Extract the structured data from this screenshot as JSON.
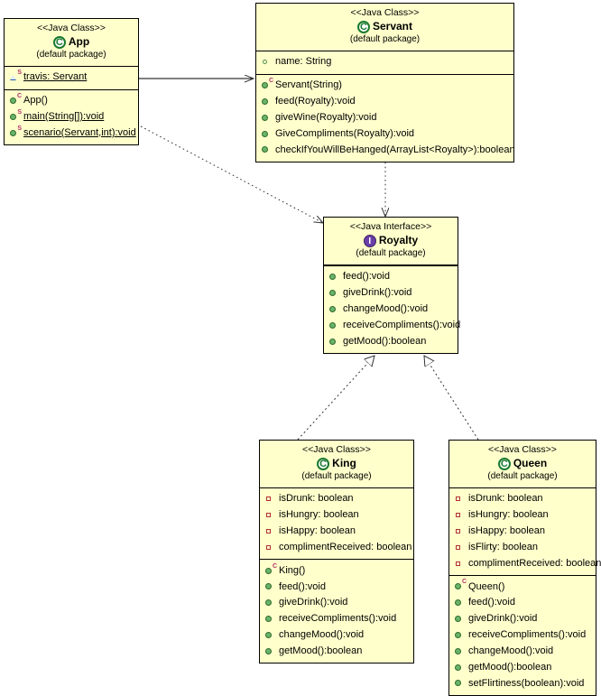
{
  "diagram": {
    "title": "Java Class Diagram",
    "background": "#ffffff",
    "box_fill": "#ffffcc",
    "box_border": "#000000",
    "stereotype_class": "<<Java Class>>",
    "stereotype_interface": "<<Java Interface>>",
    "package_label": "(default package)"
  },
  "classes": {
    "app": {
      "stereotype": "<<Java Class>>",
      "name": "App",
      "package": "(default package)",
      "icon": "java-class-icon",
      "icon_glyph": "C",
      "attributes": [
        {
          "icon": "package-field-icon",
          "sup": "S",
          "text": "travis: Servant",
          "static": true
        }
      ],
      "methods": [
        {
          "icon": "public-method-icon",
          "sup": "C",
          "text": "App()",
          "static": false
        },
        {
          "icon": "public-method-icon",
          "sup": "S",
          "text": "main(String[]):void",
          "static": true
        },
        {
          "icon": "public-method-icon",
          "sup": "S",
          "text": "scenario(Servant,int):void",
          "static": true
        }
      ]
    },
    "servant": {
      "stereotype": "<<Java Class>>",
      "name": "Servant",
      "package": "(default package)",
      "icon": "java-class-icon",
      "icon_glyph": "C",
      "attributes": [
        {
          "icon": "package-field-icon",
          "sup": "",
          "text": "name: String",
          "static": false
        }
      ],
      "methods": [
        {
          "icon": "public-method-icon",
          "sup": "C",
          "text": "Servant(String)",
          "static": false
        },
        {
          "icon": "public-method-icon",
          "sup": "",
          "text": "feed(Royalty):void",
          "static": false
        },
        {
          "icon": "public-method-icon",
          "sup": "",
          "text": "giveWine(Royalty):void",
          "static": false
        },
        {
          "icon": "public-method-icon",
          "sup": "",
          "text": "GiveCompliments(Royalty):void",
          "static": false
        },
        {
          "icon": "public-method-icon",
          "sup": "",
          "text": "checkIfYouWillBeHanged(ArrayList<Royalty>):boolean",
          "static": false
        }
      ]
    },
    "royalty": {
      "stereotype": "<<Java Interface>>",
      "name": "Royalty",
      "package": "(default package)",
      "icon": "java-interface-icon",
      "icon_glyph": "I",
      "attributes": [],
      "methods": [
        {
          "icon": "public-method-icon",
          "sup": "",
          "text": "feed():void",
          "static": false
        },
        {
          "icon": "public-method-icon",
          "sup": "",
          "text": "giveDrink():void",
          "static": false
        },
        {
          "icon": "public-method-icon",
          "sup": "",
          "text": "changeMood():void",
          "static": false
        },
        {
          "icon": "public-method-icon",
          "sup": "",
          "text": "receiveCompliments():void",
          "static": false
        },
        {
          "icon": "public-method-icon",
          "sup": "",
          "text": "getMood():boolean",
          "static": false
        }
      ]
    },
    "king": {
      "stereotype": "<<Java Class>>",
      "name": "King",
      "package": "(default package)",
      "icon": "java-class-icon",
      "icon_glyph": "C",
      "attributes": [
        {
          "icon": "private-field-icon",
          "sup": "",
          "text": "isDrunk: boolean",
          "static": false
        },
        {
          "icon": "private-field-icon",
          "sup": "",
          "text": "isHungry: boolean",
          "static": false
        },
        {
          "icon": "private-field-icon",
          "sup": "",
          "text": "isHappy: boolean",
          "static": false
        },
        {
          "icon": "private-field-icon",
          "sup": "",
          "text": "complimentReceived: boolean",
          "static": false
        }
      ],
      "methods": [
        {
          "icon": "public-method-icon",
          "sup": "C",
          "text": "King()",
          "static": false
        },
        {
          "icon": "public-method-icon",
          "sup": "",
          "text": "feed():void",
          "static": false
        },
        {
          "icon": "public-method-icon",
          "sup": "",
          "text": "giveDrink():void",
          "static": false
        },
        {
          "icon": "public-method-icon",
          "sup": "",
          "text": "receiveCompliments():void",
          "static": false
        },
        {
          "icon": "public-method-icon",
          "sup": "",
          "text": "changeMood():void",
          "static": false
        },
        {
          "icon": "public-method-icon",
          "sup": "",
          "text": "getMood():boolean",
          "static": false
        }
      ]
    },
    "queen": {
      "stereotype": "<<Java Class>>",
      "name": "Queen",
      "package": "(default package)",
      "icon": "java-class-icon",
      "icon_glyph": "C",
      "attributes": [
        {
          "icon": "private-field-icon",
          "sup": "",
          "text": "isDrunk: boolean",
          "static": false
        },
        {
          "icon": "private-field-icon",
          "sup": "",
          "text": "isHungry: boolean",
          "static": false
        },
        {
          "icon": "private-field-icon",
          "sup": "",
          "text": "isHappy: boolean",
          "static": false
        },
        {
          "icon": "private-field-icon",
          "sup": "",
          "text": "isFlirty: boolean",
          "static": false
        },
        {
          "icon": "private-field-icon",
          "sup": "",
          "text": "complimentReceived: boolean",
          "static": false
        }
      ],
      "methods": [
        {
          "icon": "public-method-icon",
          "sup": "C",
          "text": "Queen()",
          "static": false
        },
        {
          "icon": "public-method-icon",
          "sup": "",
          "text": "feed():void",
          "static": false
        },
        {
          "icon": "public-method-icon",
          "sup": "",
          "text": "giveDrink():void",
          "static": false
        },
        {
          "icon": "public-method-icon",
          "sup": "",
          "text": "receiveCompliments():void",
          "static": false
        },
        {
          "icon": "public-method-icon",
          "sup": "",
          "text": "changeMood():void",
          "static": false
        },
        {
          "icon": "public-method-icon",
          "sup": "",
          "text": "getMood():boolean",
          "static": false
        },
        {
          "icon": "public-method-icon",
          "sup": "",
          "text": "setFlirtiness(boolean):void",
          "static": false
        }
      ]
    }
  },
  "relationships": [
    {
      "name": "app-to-servant-association",
      "from": "App",
      "to": "Servant",
      "type": "association",
      "style": "solid",
      "arrow": "open"
    },
    {
      "name": "app-to-royalty-dependency",
      "from": "App",
      "to": "Royalty",
      "type": "dependency",
      "style": "dotted",
      "arrow": "open"
    },
    {
      "name": "servant-to-royalty-dependency",
      "from": "Servant",
      "to": "Royalty",
      "type": "dependency",
      "style": "dotted",
      "arrow": "open"
    },
    {
      "name": "king-implements-royalty",
      "from": "King",
      "to": "Royalty",
      "type": "realization",
      "style": "dotted",
      "arrow": "hollow-triangle"
    },
    {
      "name": "queen-implements-royalty",
      "from": "Queen",
      "to": "Royalty",
      "type": "realization",
      "style": "dotted",
      "arrow": "hollow-triangle"
    }
  ]
}
